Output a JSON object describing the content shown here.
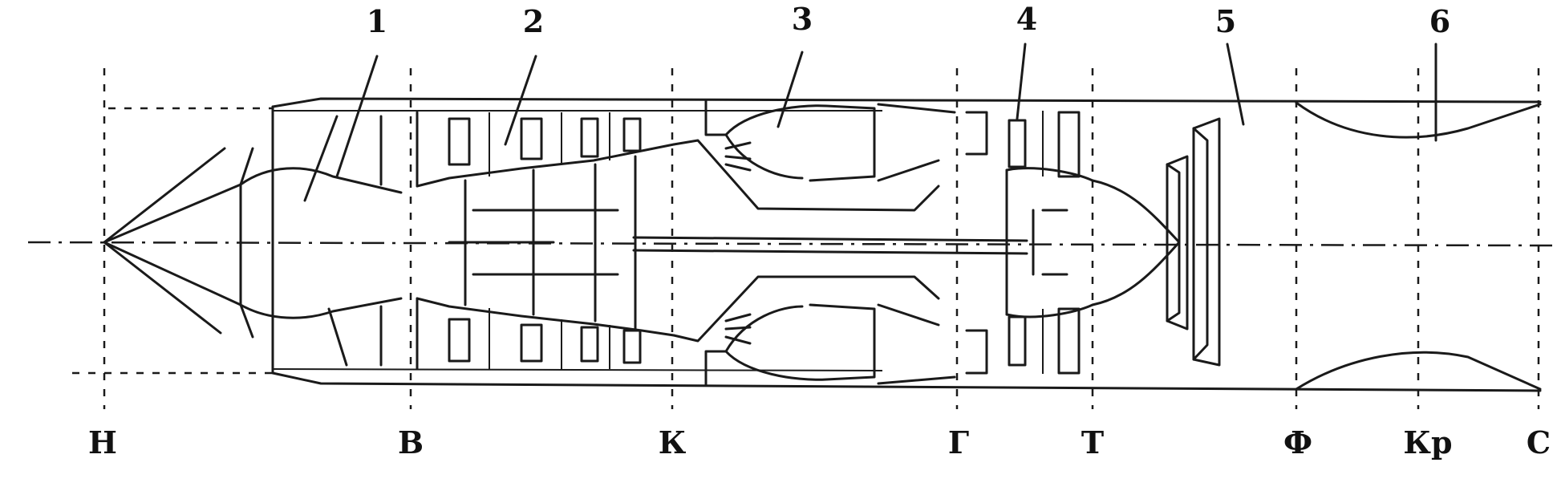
{
  "component_labels": [
    "1",
    "2",
    "3",
    "4",
    "5",
    "6"
  ],
  "section_labels": [
    "Н",
    "В",
    "К",
    "Г",
    "Т",
    "Ф",
    "Кр",
    "С"
  ]
}
